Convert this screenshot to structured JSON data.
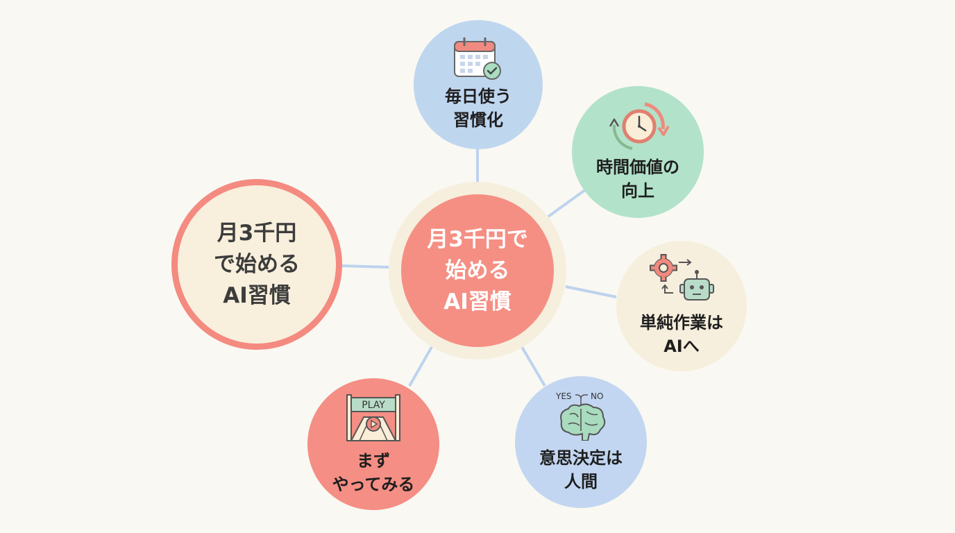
{
  "diagram": {
    "left_label": "月3千円\nで始める\nAI習慣",
    "center_label": "月3千円で\n始める\nAI習慣",
    "nodes": {
      "daily": {
        "label": "毎日使う\n習慣化",
        "icon": "calendar-check-icon"
      },
      "time": {
        "label": "時間価値の\n向上",
        "icon": "clock-cycle-icon"
      },
      "simple": {
        "label": "単純作業は\nAIへ",
        "icon": "gear-robot-icon"
      },
      "decision": {
        "label": "意思決定は\n人間",
        "icon": "brain-icon",
        "tag_yes": "YES",
        "tag_no": "NO"
      },
      "try": {
        "label": "まず\nやってみる",
        "icon": "play-start-icon",
        "tag_play": "PLAY"
      }
    }
  },
  "colors": {
    "background": "#f9f8f2",
    "coral": "#f58f84",
    "blue": "#bfd6ef",
    "mint": "#b2e2ca",
    "cream": "#f7efdd",
    "connector": "#bdd3ee"
  }
}
